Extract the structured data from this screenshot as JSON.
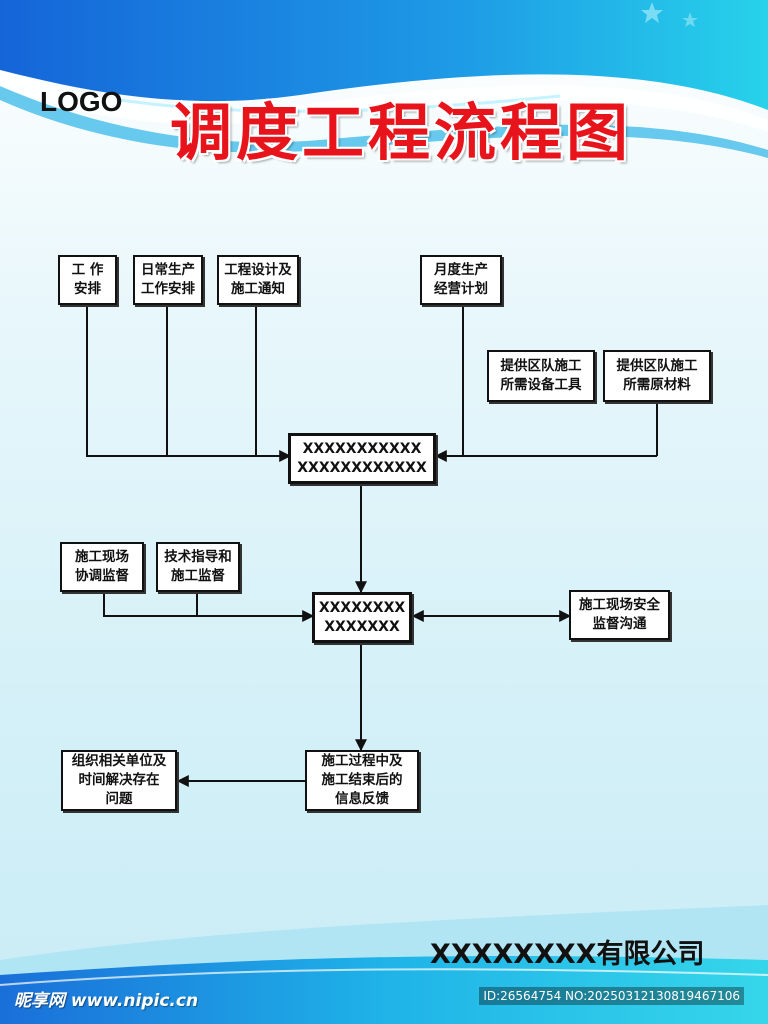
{
  "header": {
    "logo": "LOGO",
    "title": "调度工程流程图"
  },
  "nodes": {
    "work_arrange": "工 作\n安排",
    "daily_production": "日常生产\n工作安排",
    "eng_design": "工程设计及\n施工通知",
    "monthly_plan": "月度生产\n经营计划",
    "equipment": "提供区队施工\n所需设备工具",
    "materials": "提供区队施工\n所需原材料",
    "center_top": "XXXXXXXXXXX\nXXXXXXXXXXXX",
    "site_coord": "施工现场\n协调监督",
    "tech_guide": "技术指导和\n施工监督",
    "center_mid": "XXXXXXXX\nXXXXXXX",
    "safety": "施工现场安全\n监督沟通",
    "org_solve": "组织相关单位及\n时间解决存在\n问题",
    "feedback": "施工过程中及\n施工结束后的\n信息反馈"
  },
  "footer": {
    "company": "XXXXXXXX有限公司",
    "watermark": "昵享网 www.nipic.cn",
    "id_text": "ID:26564754 NO:20250312130819467106"
  },
  "colors": {
    "title": "#e8141c",
    "banner_blue": "#1a73d6",
    "banner_cyan": "#21c6e6"
  }
}
